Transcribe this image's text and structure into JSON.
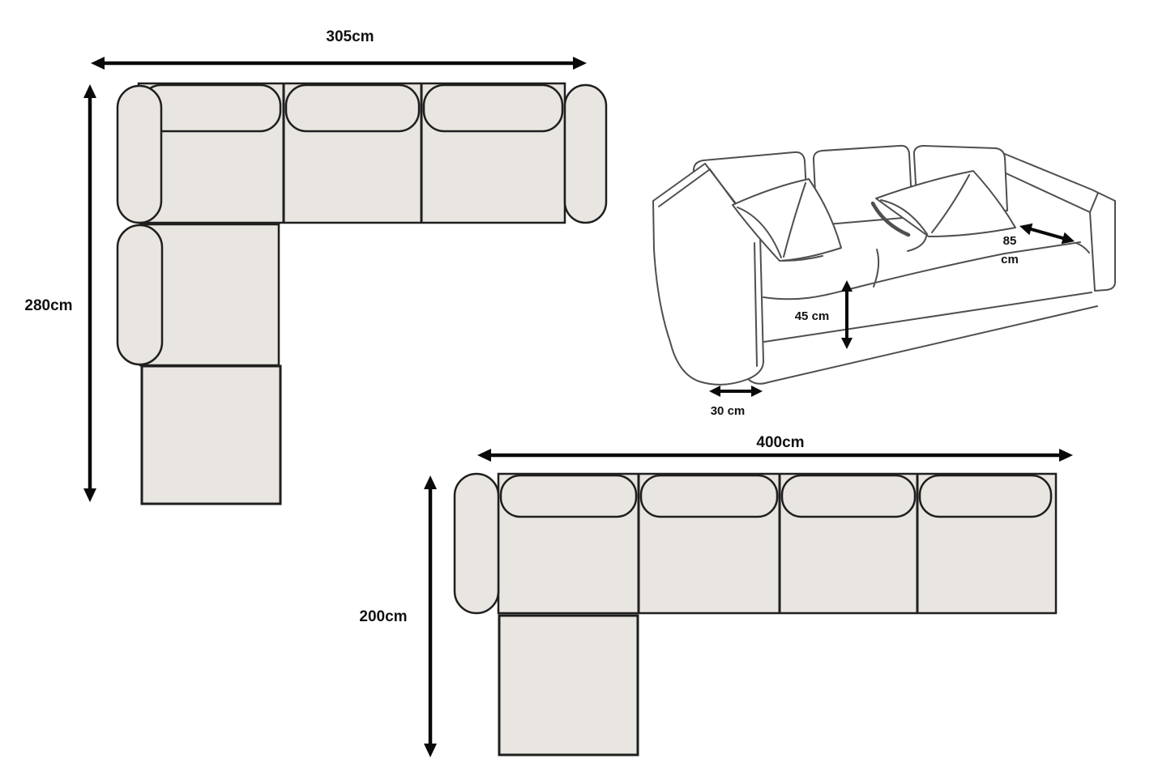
{
  "colors": {
    "background": "#ffffff",
    "upholstery": "#e9e5e0",
    "outline": "#1f1f1f",
    "arrow": "#0a0a0a",
    "sketch_line": "#4f4f4f",
    "label": "#111111"
  },
  "sectional_a": {
    "description": "L-shaped sectional sofa, top view, three seats with left return and chaise",
    "width_label": "305cm",
    "depth_label": "280cm",
    "back_cushion_count": 3,
    "armrest_count": 3
  },
  "sectional_b": {
    "description": "L-shaped sectional sofa, top view, four seats with left chaise",
    "width_label": "400cm",
    "depth_label": "200cm",
    "back_cushion_count": 4,
    "armrest_count": 1
  },
  "sketch": {
    "description": "Perspective line drawing of a three-seat sofa with two throw pillows",
    "seat_depth_value": "85",
    "seat_depth_unit": "cm",
    "seat_height_label": "45 cm",
    "arm_width_label": "30 cm"
  }
}
